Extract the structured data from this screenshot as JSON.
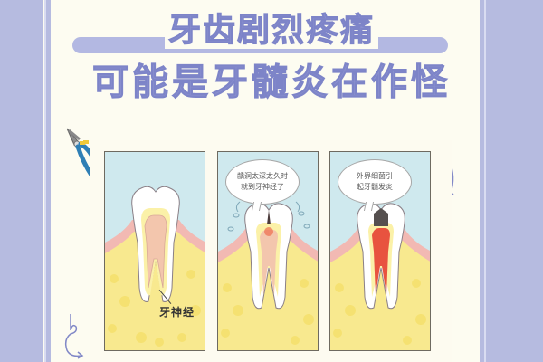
{
  "title": {
    "line1": "牙齿剧烈疼痛",
    "line2": "可能是牙髓炎在作怪"
  },
  "panels": [
    {
      "stage": "healthy",
      "label": "牙神经",
      "bubble": null
    },
    {
      "stage": "deep-cavity",
      "bubble": {
        "line1": "龋洞太深太久时",
        "line2": "就到牙神经了"
      }
    },
    {
      "stage": "pulpitis",
      "bubble": {
        "line1": "外界细菌引",
        "line2": "起牙髓发炎"
      }
    }
  ],
  "colors": {
    "side_purple": "#b6bbe0",
    "title_text": "#8a90cf",
    "title_bar": "#b3b8e2",
    "background": "#fdfcf1",
    "sky": "#cfe9ee",
    "bone": "#f8e98f",
    "gum": "#f2b9b3",
    "pulp_healthy": "#f3c6ad",
    "pulp_inflamed": "#e8533f"
  },
  "decorations": {
    "tool_icon": "pliers-icon",
    "arrow_icon": "curved-arrow-icon",
    "loop_icon": "loop-arrow-icon"
  }
}
